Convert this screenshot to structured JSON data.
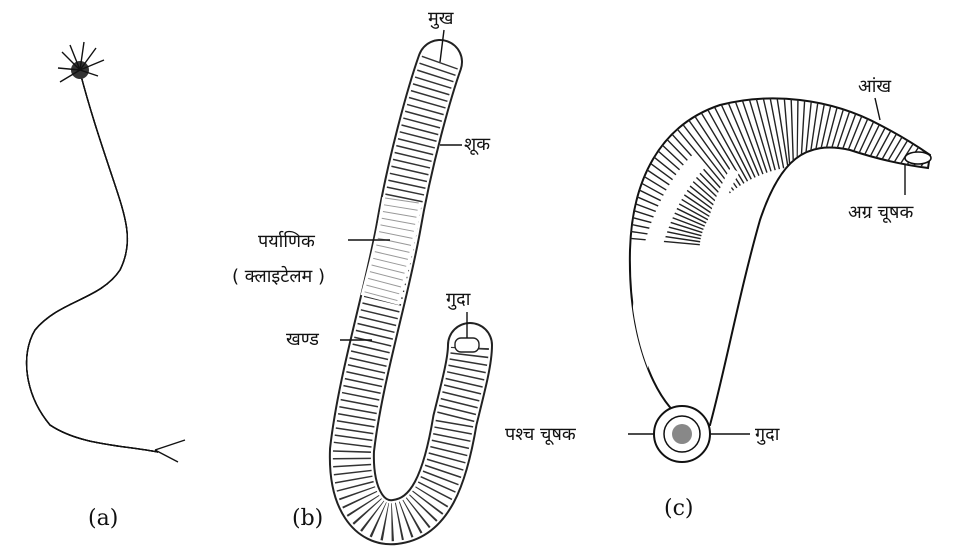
{
  "figure": {
    "panel_a": {
      "caption": "(a)"
    },
    "panel_b": {
      "caption": "(b)",
      "labels": {
        "mouth": "मुख",
        "setae": "शूक",
        "clitellum": "पर्याणिक",
        "clitellum_alt": "( क्लाइटेलम )",
        "segment": "खण्ड",
        "anus": "गुदा"
      }
    },
    "panel_c": {
      "caption": "(c)",
      "labels": {
        "eye": "आंख",
        "anterior_sucker": "अग्र  चूषक",
        "posterior_sucker": "पश्च  चूषक",
        "anus": "गुदा"
      }
    }
  }
}
